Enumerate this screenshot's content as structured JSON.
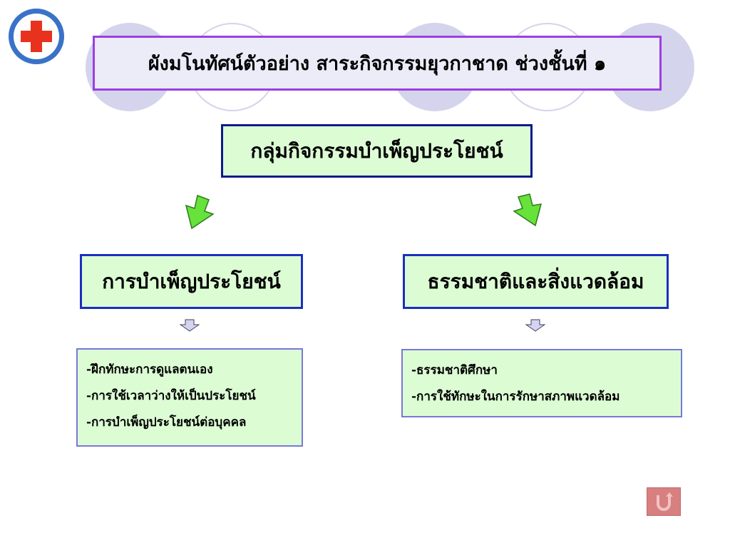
{
  "title": "ผังมโนทัศน์ตัวอย่าง สาระกิจกรรมยุวกาชาด ช่วงชั้นที่ ๑",
  "main_group": "กลุ่มกิจกรรมบำเพ็ญประโยชน์",
  "left_branch": {
    "label": "การบำเพ็ญประโยชน์",
    "items": [
      "-ฝึกทักษะการดูแลตนเอง",
      "-การใช้เวลาว่างให้เป็นประโยชน์",
      "-การบำเพ็ญประโยชน์ต่อบุคคล"
    ]
  },
  "right_branch": {
    "label": "ธรรมชาติและสิ่งแวดล้อม",
    "items": [
      "-ธรรมชาติศึกษา",
      "-การใช้ทักษะในการรักษาสภาพแวดล้อม"
    ]
  },
  "icons": {
    "logo": "red-cross-icon",
    "branch_arrows": "green-arrow-icon",
    "sub_arrows": "small-down-arrow-icon",
    "home": "return-icon"
  },
  "colors": {
    "title_border": "#9b3fe0",
    "box_fill": "#dcfcd4",
    "box_border": "#1b2fbf",
    "arrow_green": "#66e23a",
    "cross_red": "#e8321e",
    "logo_blue": "#3a72c8",
    "home_button": "#d87f7f"
  }
}
